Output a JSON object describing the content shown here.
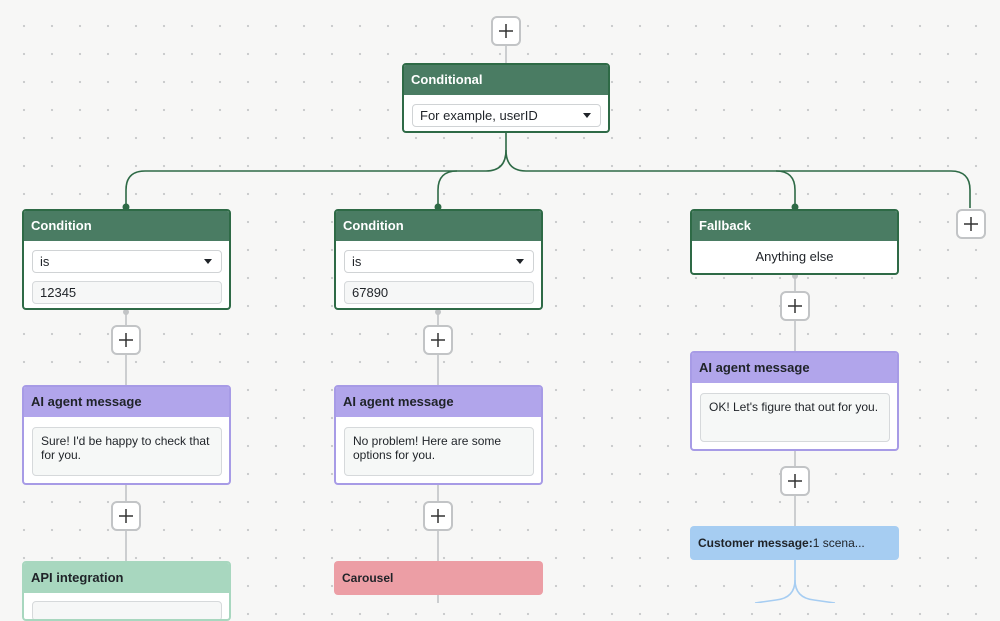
{
  "conditional": {
    "title": "Conditional",
    "select_value": "For example, userID"
  },
  "branches": [
    {
      "title": "Condition",
      "operator": "is",
      "value": "12345",
      "message_title": "AI agent message",
      "message_text": "Sure! I'd be happy to check that for you.",
      "next_title": "API integration"
    },
    {
      "title": "Condition",
      "operator": "is",
      "value": "67890",
      "message_title": "AI agent message",
      "message_text": "No problem! Here are some options for you.",
      "next_title": "Carousel"
    }
  ],
  "fallback": {
    "title": "Fallback",
    "text": "Anything else",
    "message_title": "AI agent message",
    "message_text": "OK! Let's figure that out for you.",
    "customer_label": "Customer message:",
    "customer_detail": "1 scena..."
  },
  "colors": {
    "conditional_green": "#4a7c63",
    "ai_message_purple": "#b1a5eb",
    "api_integration_green": "#a8d7bf",
    "carousel_red": "#ec9ea5",
    "customer_message_blue": "#a6cdf2"
  },
  "icons": {
    "add": "plus-icon",
    "dropdown": "caret-down-icon"
  }
}
